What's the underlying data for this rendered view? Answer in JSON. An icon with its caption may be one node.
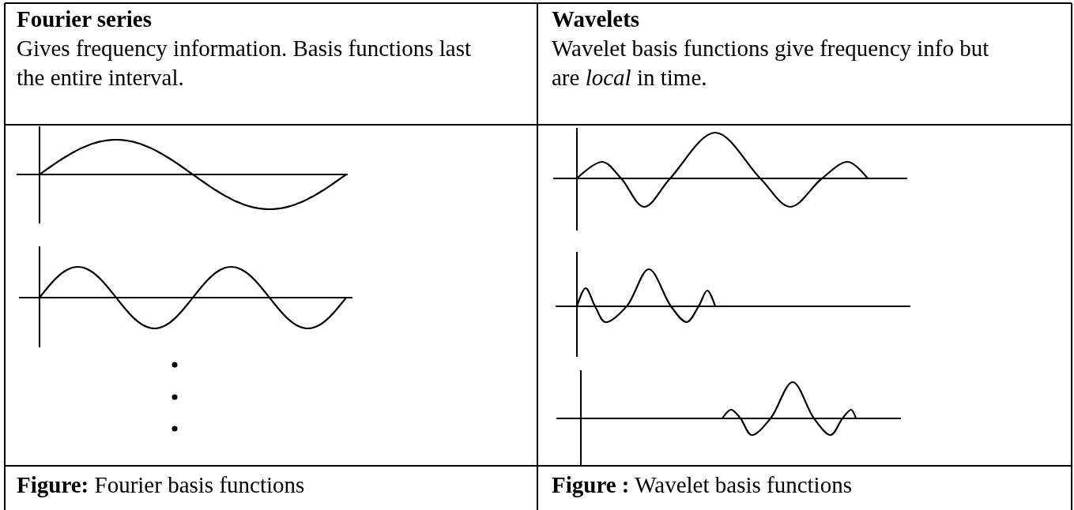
{
  "diagram": {
    "labels": [
      "Fourier series",
      "Gives frequency information. Basis functions last the entire interval.",
      "Wavelets",
      "Wavelet basis functions give frequency info but are *local* in time.",
      "**Figure:** Fourier basis functions",
      "**Figure :** Wavelet basis functions"
    ]
  }
}
